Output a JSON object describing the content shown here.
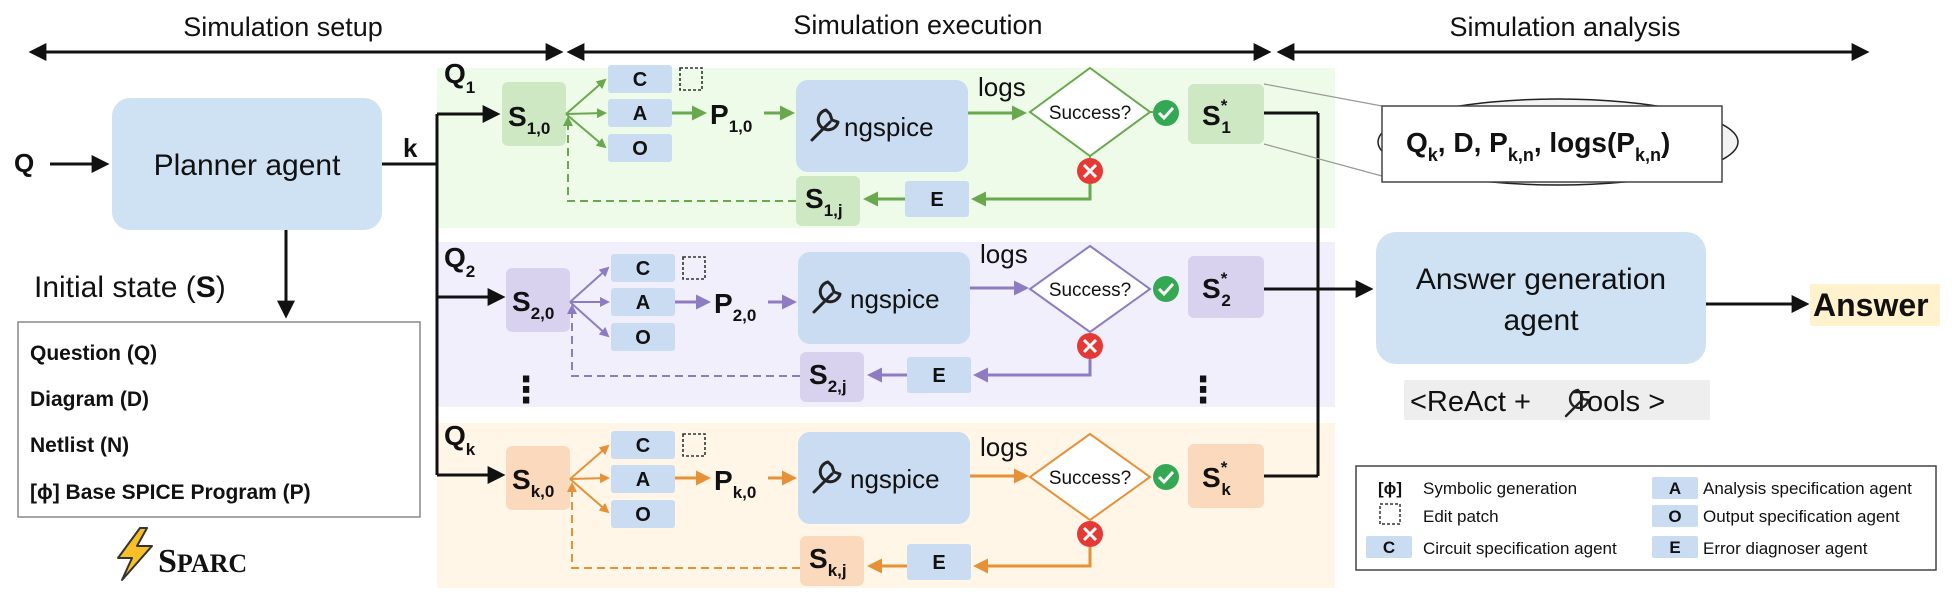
{
  "phases": {
    "setup": "Simulation setup",
    "execution": "Simulation execution",
    "analysis": "Simulation analysis"
  },
  "input": {
    "q": "Q",
    "k": "k"
  },
  "planner": {
    "label": "Planner agent"
  },
  "initial_state": {
    "title_prefix": "Initial state (",
    "title_var": "S",
    "title_suffix": ")",
    "items": [
      "Question (Q)",
      "Diagram (D)",
      "Netlist (N)",
      "[ϕ] Base SPICE Program (P)"
    ]
  },
  "brand": {
    "name_first": "S",
    "name_rest": "PARC"
  },
  "rows": [
    {
      "q": "Q",
      "q_sub": "1",
      "s": "S",
      "s_sub": "1,0",
      "p": "P",
      "p_sub": "1,0",
      "sj": "S",
      "sj_sub": "1,j",
      "star": "S",
      "star_sub": "1"
    },
    {
      "q": "Q",
      "q_sub": "2",
      "s": "S",
      "s_sub": "2,0",
      "p": "P",
      "p_sub": "2,0",
      "sj": "S",
      "sj_sub": "2,j",
      "star": "S",
      "star_sub": "2"
    },
    {
      "q": "Q",
      "q_sub": "k",
      "s": "S",
      "s_sub": "k,0",
      "p": "P",
      "p_sub": "k,0",
      "sj": "S",
      "sj_sub": "k,j",
      "star": "S",
      "star_sub": "k"
    }
  ],
  "agents": {
    "c": "C",
    "a": "A",
    "o": "O",
    "e": "E"
  },
  "ngspice": "ngspice",
  "logs": "logs",
  "success": "Success?",
  "star_mark": "*",
  "ellipsis": "⋮",
  "context": {
    "qk": "Q",
    "qk_sub": "k",
    "d": ", D, ",
    "p": "P",
    "p_sub": "k,n",
    "logs": ", logs(",
    "lp": "P",
    "lp_sub": "k,n",
    "close": ")"
  },
  "answer_agent": {
    "line1": "Answer generation",
    "line2": "agent"
  },
  "answer": "Answer",
  "react": {
    "left": "<ReAct + ",
    "right": "Tools >"
  },
  "legend": {
    "symbolic_mark": "[ϕ]",
    "symbolic": "Symbolic generation",
    "edit_patch": "Edit patch",
    "circuit_letter": "C",
    "circuit": "Circuit specification agent",
    "analysis_letter": "A",
    "analysis": "Analysis specification agent",
    "output_letter": "O",
    "output": "Output specification agent",
    "error_letter": "E",
    "error": "Error diagnoser agent"
  },
  "colors": {
    "row1": "#6aa84f",
    "row2": "#8e7cc3",
    "row3": "#e69138",
    "row1_bg": "#eefbe8",
    "row2_bg": "#f1effc",
    "row3_bg": "#fff6e8",
    "agent_box": "#c9dcf2",
    "planner": "#cfe2f3",
    "success_green": "#34a853",
    "fail_red": "#e53935",
    "answer_bg": "#fff2cc"
  }
}
